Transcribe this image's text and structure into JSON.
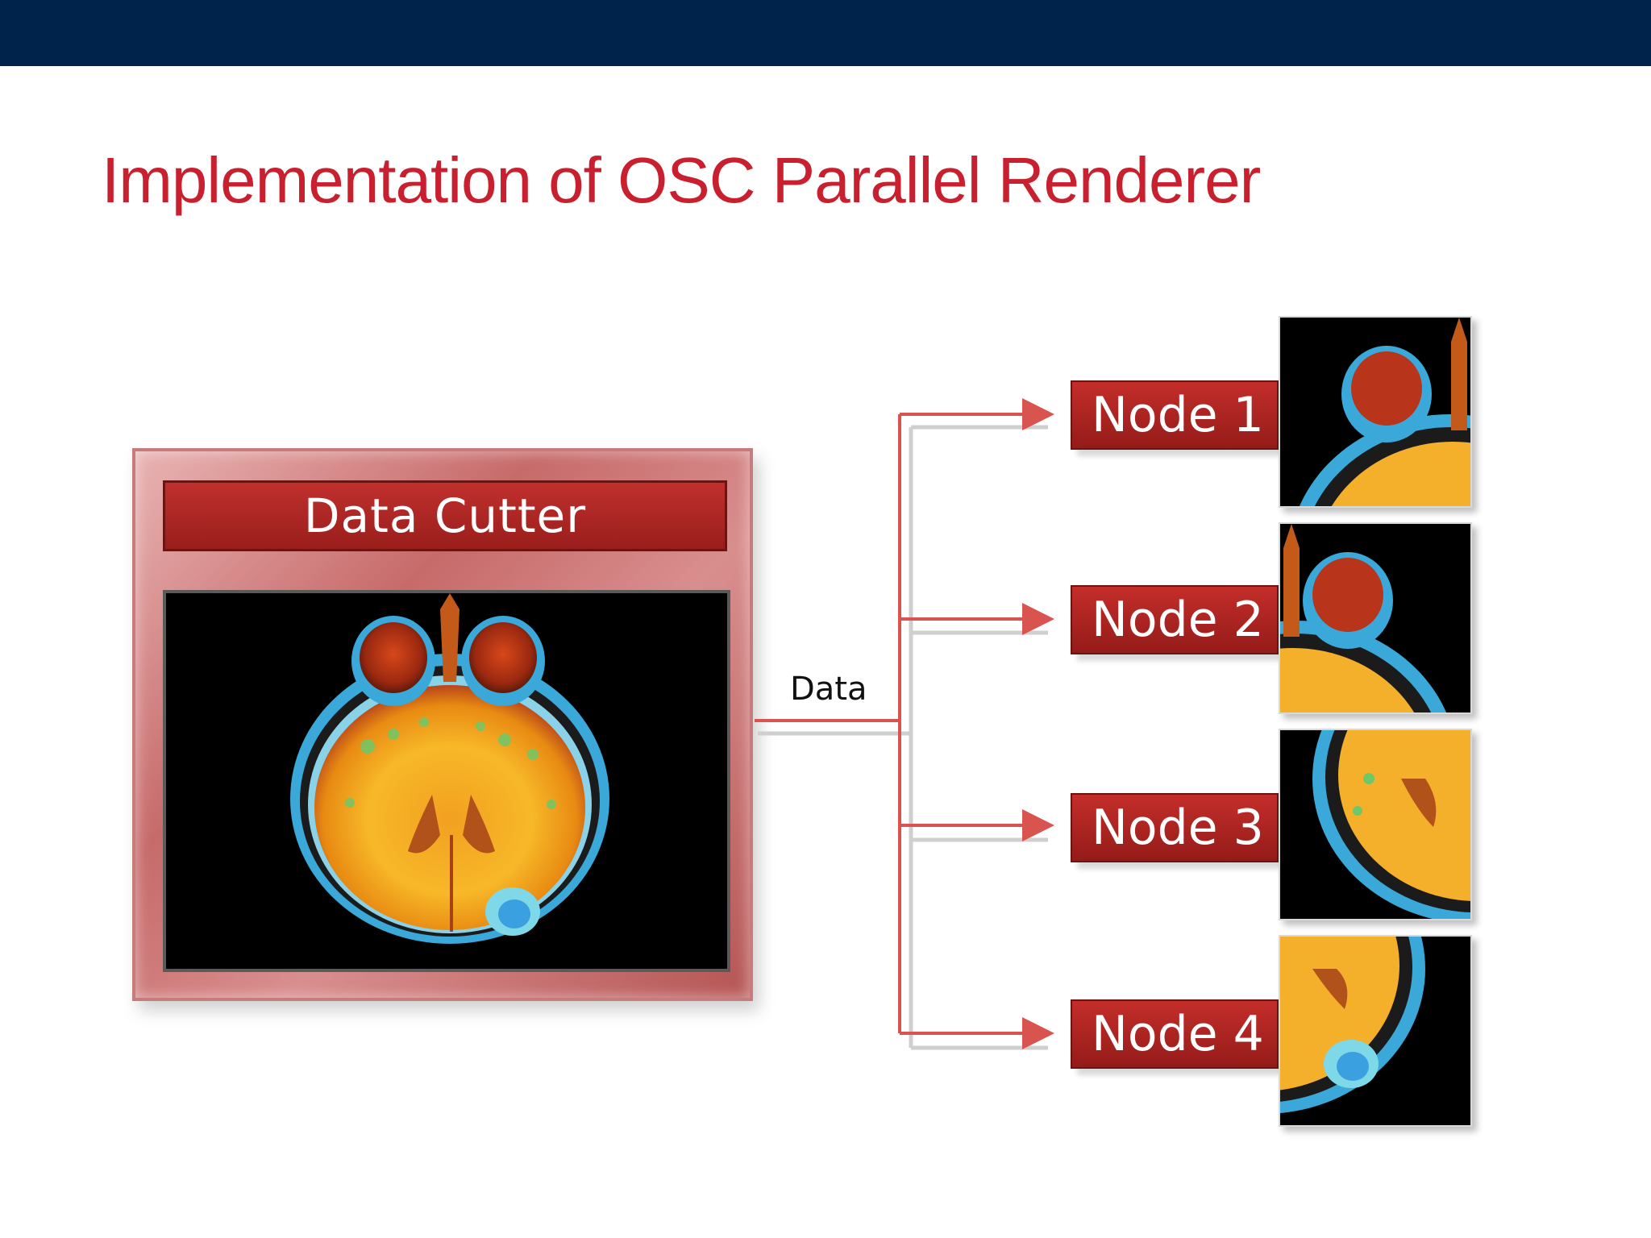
{
  "slide": {
    "title": "Implementation of OSC Parallel Renderer"
  },
  "diagram": {
    "source": {
      "label": "Data Cutter"
    },
    "connector_label": "Data",
    "nodes": [
      {
        "label": "Node 1"
      },
      {
        "label": "Node 2"
      },
      {
        "label": "Node 3"
      },
      {
        "label": "Node 4"
      }
    ]
  },
  "colors": {
    "top_bar": "#00234b",
    "title": "#c8202f",
    "node_fill": "#b0231f",
    "arrow": "#d9534f"
  }
}
